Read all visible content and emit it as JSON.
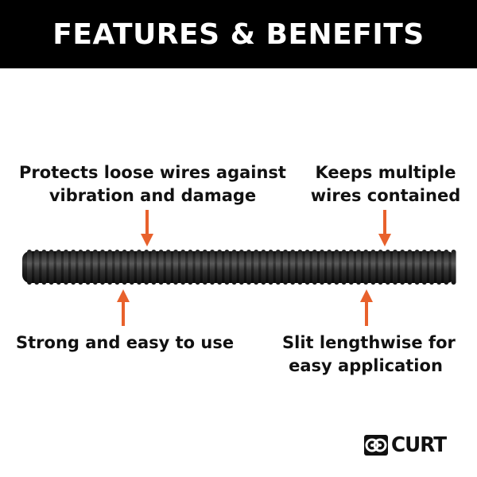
{
  "header": {
    "title": "FEATURES & BENEFITS"
  },
  "callouts": {
    "top_left": [
      "Protects loose wires against",
      "vibration and damage"
    ],
    "top_right": [
      "Keeps multiple",
      "wires contained"
    ],
    "bottom_left": [
      "Strong and easy to use"
    ],
    "bottom_right": [
      "Slit lengthwise for",
      "easy application"
    ]
  },
  "brand": {
    "name": "CURT"
  },
  "colors": {
    "header_bg": "#000000",
    "header_text": "#ffffff",
    "arrow": "#e8612c",
    "text": "#111111",
    "tube": "#1a1a1a"
  },
  "icons": {
    "logo_mark": "curt-hitch-logo-icon",
    "arrows": "arrow-icon"
  }
}
